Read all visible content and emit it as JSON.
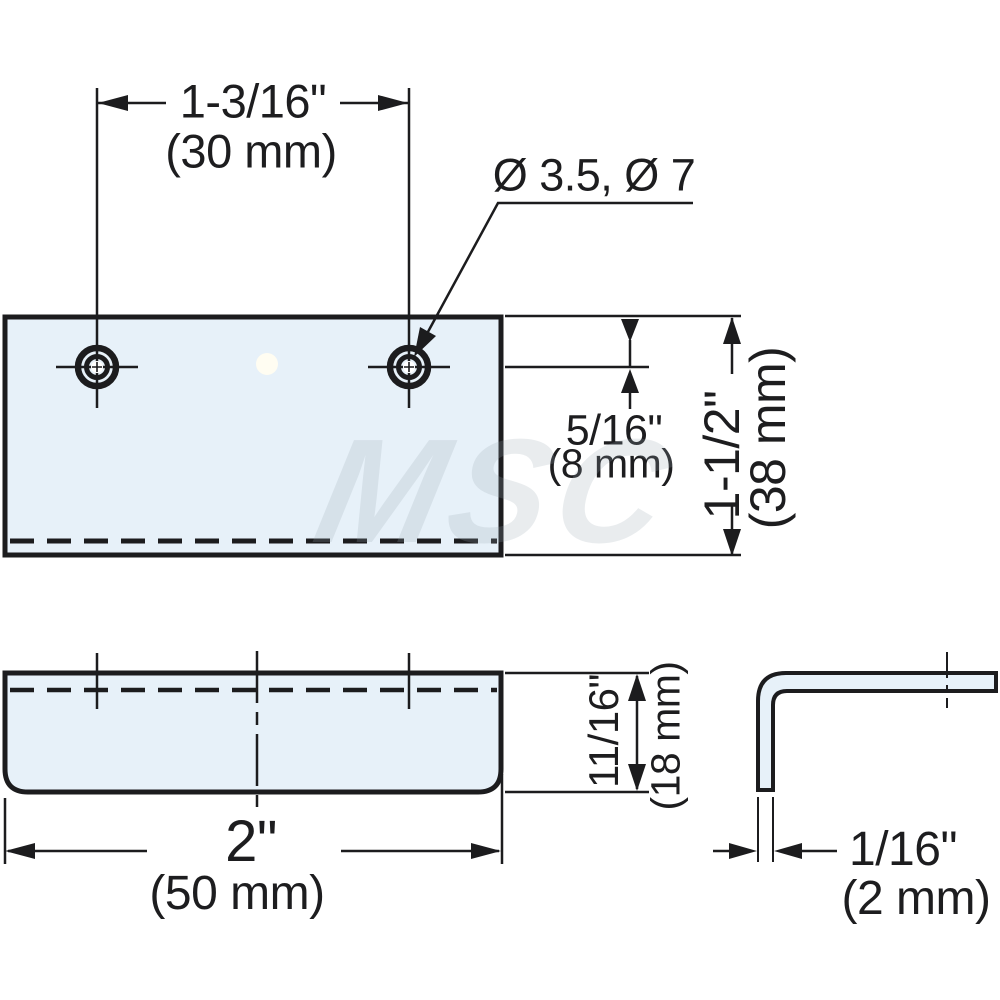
{
  "drawing": {
    "kind": "dimensioned technical drawing, edge pull handle, three views",
    "colors": {
      "line": "#1c1c1e",
      "part_fill": "#e7f1f9",
      "background": "#ffffff"
    },
    "watermark": "MSC",
    "top_view": {
      "hole_spacing_in": "1-3/16\"",
      "hole_spacing_mm": "(30 mm)",
      "hole_callout": "Ø 3.5, Ø 7",
      "hole_offset_in": "5/16\"",
      "hole_offset_mm": "(8 mm)",
      "depth_in": "1-1/2\"",
      "depth_mm": "(38 mm)"
    },
    "front_view": {
      "height_in": "11/16\"",
      "height_mm": "(18 mm)",
      "width_in": "2\"",
      "width_mm": "(50 mm)"
    },
    "side_view": {
      "thickness_in": "1/16\"",
      "thickness_mm": "(2 mm)"
    }
  }
}
